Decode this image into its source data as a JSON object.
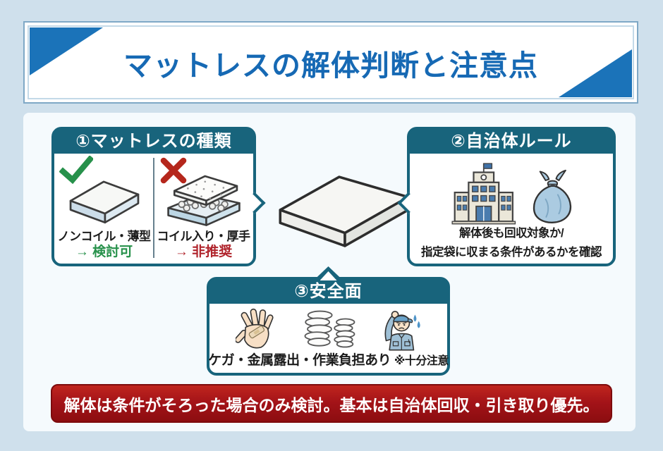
{
  "page": {
    "background_color": "#cfe0ec"
  },
  "header": {
    "title": "マットレスの解体判断と注意点",
    "title_color": "#1669b4",
    "corner_accent_color": "#1b73b9"
  },
  "boxes": {
    "types": {
      "title": "①マットレスの種類",
      "ok": {
        "icon": "check-icon",
        "illustration": "flat-mattress-icon",
        "label": "ノンコイル・薄型",
        "verdict": "→ 検討可",
        "verdict_color": "#27914b"
      },
      "ng": {
        "icon": "x-icon",
        "illustration": "coil-mattress-icon",
        "label": "コイル入り・厚手",
        "verdict": "→ 非推奨",
        "verdict_color": "#b0242c"
      }
    },
    "municipality": {
      "title": "②自治体ルール",
      "icons": [
        "government-building-icon",
        "garbage-bag-icon"
      ],
      "line1": "解体後も回収対象か/",
      "line2": "指定袋に収まる条件があるかを確認"
    },
    "safety": {
      "title": "③安全面",
      "icons": [
        "injured-hand-icon",
        "coil-springs-icon",
        "worried-worker-icon"
      ],
      "caption": "ケガ・金属露出・作業負担あり",
      "note": "※十分注意"
    }
  },
  "center": {
    "illustration": "mattress-icon"
  },
  "footer": {
    "text": "解体は条件がそろった場合のみ検討。基本は自治体回収・引き取り優先。",
    "background_color": "#a01216"
  },
  "colors": {
    "box_accent_teal": "#18647c",
    "ok_green": "#27914b",
    "ng_red": "#b0242c"
  }
}
